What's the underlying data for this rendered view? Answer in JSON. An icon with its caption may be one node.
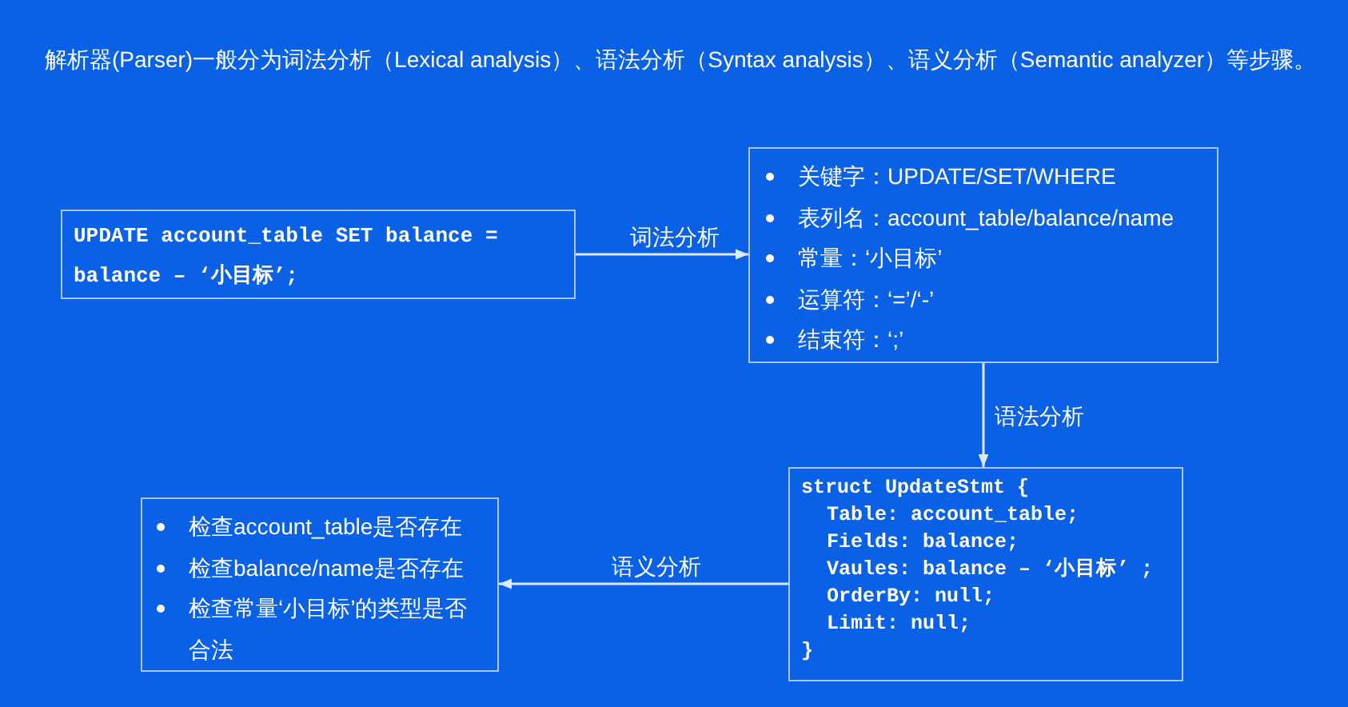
{
  "diagram": {
    "title": "解析器(Parser)一般分为词法分析（Lexical analysis）、语法分析（Syntax analysis）、语义分析（Semantic analyzer）等步骤。",
    "nodes": [
      {
        "text": [
          "UPDATE account_table SET balance = balance – ‘小目标’;"
        ]
      },
      {
        "text": [
          "关键字：UPDATE/SET/WHERE",
          "表列名：account_table/balance/name",
          "常量：‘小目标’",
          "运算符：‘=’/‘-’",
          "结束符：‘;’"
        ]
      },
      {
        "text": [
          "struct UpdateStmt {",
          "Table: account_table;",
          "Fields: balance;",
          "Vaules: balance – ‘小目标’ ;",
          "OrderBy: null;",
          "Limit: null;",
          "}"
        ]
      },
      {
        "text": [
          "检查account_table是否存在",
          "检查balance/name是否存在",
          "检查常量‘小目标’的类型是否合法"
        ]
      }
    ],
    "edges": [
      {
        "from": 0,
        "to": 1,
        "arrow": "to",
        "label": "词法分析"
      },
      {
        "from": 1,
        "to": 2,
        "arrow": "to",
        "label": "语法分析"
      },
      {
        "from": 2,
        "to": 3,
        "arrow": "to",
        "label": "语义分析"
      }
    ]
  }
}
